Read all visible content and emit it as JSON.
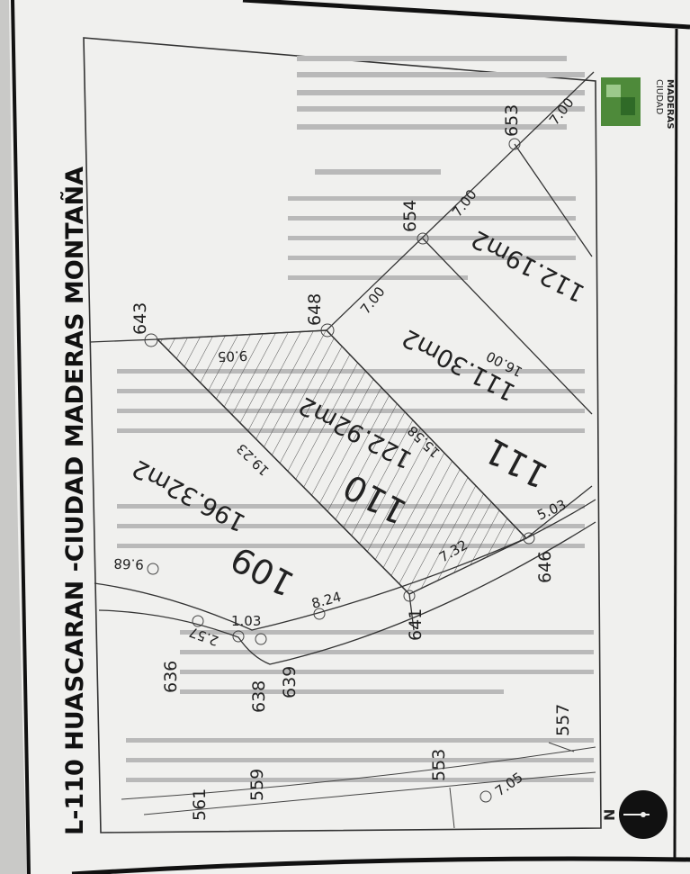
{
  "title": "L-110 HUASCARAN -CIUDAD MADERAS MONTAÑA",
  "logo": {
    "line1": "CIUDAD",
    "line2": "MADERAS"
  },
  "north_label": "N",
  "lots": {
    "lot_110": {
      "number": "110",
      "area": "122.92m2",
      "side_a": "15.58",
      "side_b": "19.23",
      "front": "9.05",
      "back": "7.32"
    },
    "lot_111": {
      "number": "111",
      "area": "111.30m2",
      "depth": "16.00"
    },
    "lot_109": {
      "number": "109",
      "area": "196.32m2"
    },
    "lot_112": {
      "area": "112.19m2"
    }
  },
  "dimensions": {
    "d700_a": "7.00",
    "d700_b": "7.00",
    "d700_c": "7.00",
    "d503": "5.03",
    "d968": "9.68",
    "d824": "8.24",
    "d103": "1.03",
    "d257": "2.57",
    "d705": "7.05"
  },
  "points": {
    "p643": "643",
    "p648": "648",
    "p654": "654",
    "p653": "653",
    "p646": "646",
    "p641": "641",
    "p636": "636",
    "p638": "638",
    "p639": "639",
    "p553": "553",
    "p557": "557",
    "p559": "559",
    "p561": "561"
  },
  "colors": {
    "paper": "#f0f0ee",
    "frame": "#111111",
    "hatch": "#555555",
    "logo_green": "#4e8a3a"
  }
}
